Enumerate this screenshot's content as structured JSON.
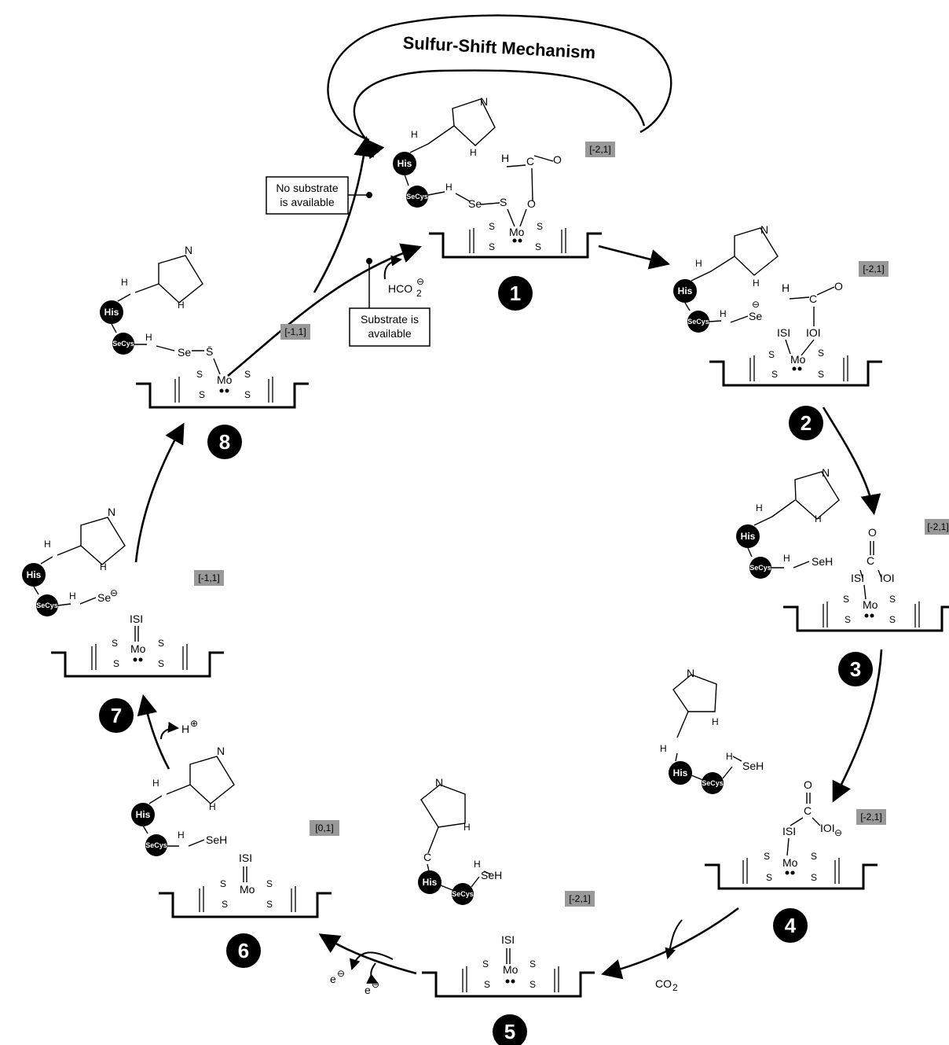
{
  "title": "Sulfur-Shift Mechanism",
  "steps": [
    {
      "num": "1",
      "ox": "[-2,1]"
    },
    {
      "num": "2",
      "ox": "[-2,1]"
    },
    {
      "num": "3",
      "ox": "[-2,1]"
    },
    {
      "num": "4",
      "ox": "[-2,1]"
    },
    {
      "num": "5",
      "ox": "[-2,1]"
    },
    {
      "num": "6",
      "ox": "[0,1]"
    },
    {
      "num": "7",
      "ox": "[-1,1]"
    },
    {
      "num": "8",
      "ox": "[-1,1]"
    }
  ],
  "boxes": {
    "no_substrate": [
      "No substrate",
      "is available"
    ],
    "substrate": [
      "Substrate is",
      "available"
    ]
  },
  "labels": {
    "his": "His",
    "secys": "SeCys",
    "mo": "Mo",
    "s": "S",
    "se": "Se",
    "seh": "SeH",
    "h2": "H",
    "h2sub": "2",
    "c": "C",
    "o": "O",
    "h": "H",
    "n": "N",
    "nh": "H",
    "sulfido_bar": "S̄",
    "sulfido": "ISI",
    "oxo_lone": "IOI",
    "hco2": "HCO",
    "hco2_sub": "2",
    "minus": "⊖",
    "plus": "⊕",
    "co2": "CO",
    "co2_sub": "2",
    "e_minus": "e",
    "h_plus": "H"
  }
}
